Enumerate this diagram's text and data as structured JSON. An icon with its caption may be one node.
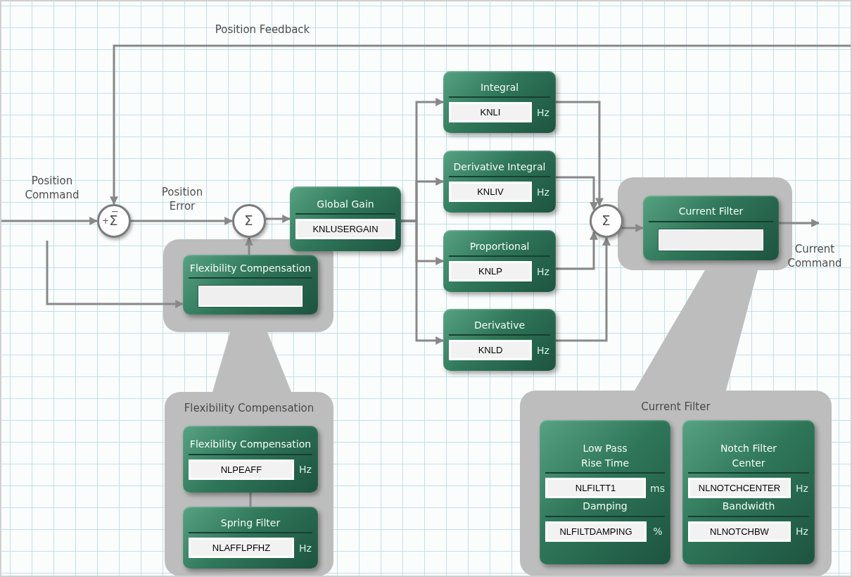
{
  "diagram": {
    "nodes": [
      {
        "text": [
          "−",
          "+",
          "Σ"
        ]
      },
      {
        "text": [
          "Σ"
        ]
      },
      {
        "text": [
          "Global Gain",
          "KNLUSERGAIN"
        ]
      },
      {
        "text": [],
        "shape": "box"
      },
      {
        "text": [
          "Flexibility Compensation"
        ],
        "in": 3
      },
      {
        "text": [
          "Integral",
          "KNLI",
          "Hz"
        ]
      },
      {
        "text": [
          "Derivative Integral",
          "KNLIV",
          "Hz"
        ]
      },
      {
        "text": [
          "Proportional",
          "KNLP",
          "Hz"
        ]
      },
      {
        "text": [
          "Derivative",
          "KNLD",
          "Hz"
        ]
      },
      {
        "text": [
          "Σ"
        ]
      },
      {
        "text": [],
        "shape": "box"
      },
      {
        "text": [
          "Current Filter"
        ],
        "in": 10
      },
      {
        "text": [
          "Flexibility Compensation"
        ]
      },
      {
        "text": [
          "Flexibility Compensation",
          "NLPEAFF",
          "Hz"
        ],
        "in": 12
      },
      {
        "text": [
          "Spring Filter",
          "NLAFFLPFHZ",
          "Hz"
        ],
        "in": 12
      },
      {
        "text": [
          "Current Filter"
        ]
      },
      {
        "text": [
          "Low Pass",
          "Rise Time",
          "NLFILTT1",
          "ms",
          "Damping",
          "NLFILTDAMPING",
          "%"
        ],
        "in": 15
      },
      {
        "text": [
          "Notch Filter",
          "Center",
          "NLNOTCHCENTER",
          "Hz",
          "Bandwidth",
          "NLNOTCHBW",
          "Hz"
        ],
        "in": 15
      },
      {
        "text": [],
        "shape": "triangle"
      },
      {
        "text": [],
        "shape": "triangle"
      }
    ],
    "edges": [
      {
        "from": null,
        "to": 0,
        "arrow": "to",
        "label": "Position Command"
      },
      {
        "from": null,
        "to": 0,
        "arrow": "to",
        "label": "Position Feedback"
      },
      {
        "from": 0,
        "to": 1,
        "arrow": "to",
        "label": "Position Error"
      },
      {
        "from": 4,
        "to": 1,
        "arrow": "to"
      },
      {
        "from": 1,
        "to": 2,
        "arrow": "to"
      },
      {
        "from": null,
        "to": 4,
        "arrow": "to"
      },
      {
        "from": 2,
        "to": 5,
        "arrow": "to"
      },
      {
        "from": 2,
        "to": 6,
        "arrow": "to"
      },
      {
        "from": 2,
        "to": 7,
        "arrow": "to"
      },
      {
        "from": 2,
        "to": 8,
        "arrow": "to"
      },
      {
        "from": 5,
        "to": 9,
        "arrow": "to"
      },
      {
        "from": 6,
        "to": 9,
        "arrow": "to"
      },
      {
        "from": 7,
        "to": 9,
        "arrow": "to"
      },
      {
        "from": 8,
        "to": 9,
        "arrow": "to"
      },
      {
        "from": 9,
        "to": 11,
        "arrow": "to"
      },
      {
        "from": 11,
        "to": null,
        "arrow": "to",
        "label": "Current Command"
      },
      {
        "from": 13,
        "to": 14,
        "arrow": "none"
      }
    ]
  }
}
